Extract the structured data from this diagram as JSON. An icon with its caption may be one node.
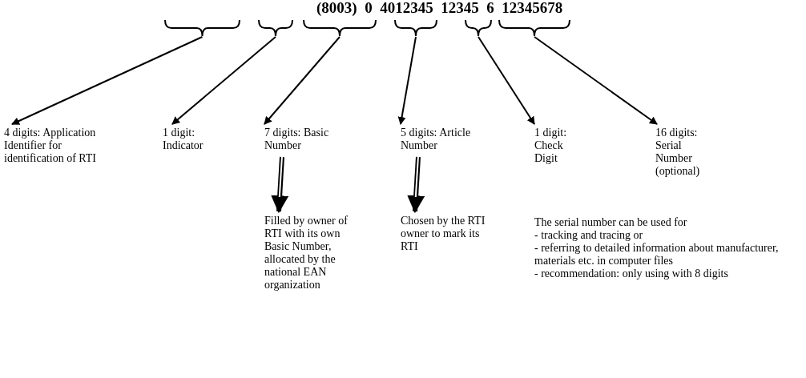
{
  "diagram": {
    "nodes": [
      {
        "text": [],
        "shape": "brace"
      },
      {
        "text": [],
        "shape": "brace"
      },
      {
        "text": [],
        "shape": "brace"
      },
      {
        "text": [],
        "shape": "brace"
      },
      {
        "text": [],
        "shape": "brace"
      },
      {
        "text": [],
        "shape": "brace"
      },
      {
        "text": [
          "4 digits: Application Identifier for identification of RTI"
        ]
      },
      {
        "text": [
          "1 digit: Indicator"
        ]
      },
      {
        "text": [
          "7 digits: Basic Number"
        ]
      },
      {
        "text": [
          "5 digits: Article Number"
        ]
      },
      {
        "text": [
          "1 digit: Check Digit"
        ]
      },
      {
        "text": [
          "16 digits: Serial Number (optional)"
        ]
      },
      {
        "text": [
          "Filled by owner of RTI with its own Basic Number, allocated by the national EAN organization"
        ]
      },
      {
        "text": [
          "Chosen by the RTI owner to mark its RTI"
        ]
      }
    ],
    "edges": [
      {
        "from": 0,
        "to": 6,
        "arrow": "to"
      },
      {
        "from": 1,
        "to": 7,
        "arrow": "to"
      },
      {
        "from": 2,
        "to": 8,
        "arrow": "to"
      },
      {
        "from": 3,
        "to": 9,
        "arrow": "to"
      },
      {
        "from": 4,
        "to": 10,
        "arrow": "to"
      },
      {
        "from": 5,
        "to": 11,
        "arrow": "to"
      },
      {
        "from": 8,
        "to": 12,
        "arrow": "to",
        "style": "thick"
      },
      {
        "from": 9,
        "to": 13,
        "arrow": "to",
        "style": "thick"
      }
    ],
    "labels": [
      "(8003)  0  4012345  12345  6  12345678",
      "The serial number can be used for",
      "- tracking and tracing or",
      "- referring to detailed information about manufacturer, materials etc. in computer files",
      "- recommendation: only using with 8 digits"
    ]
  }
}
